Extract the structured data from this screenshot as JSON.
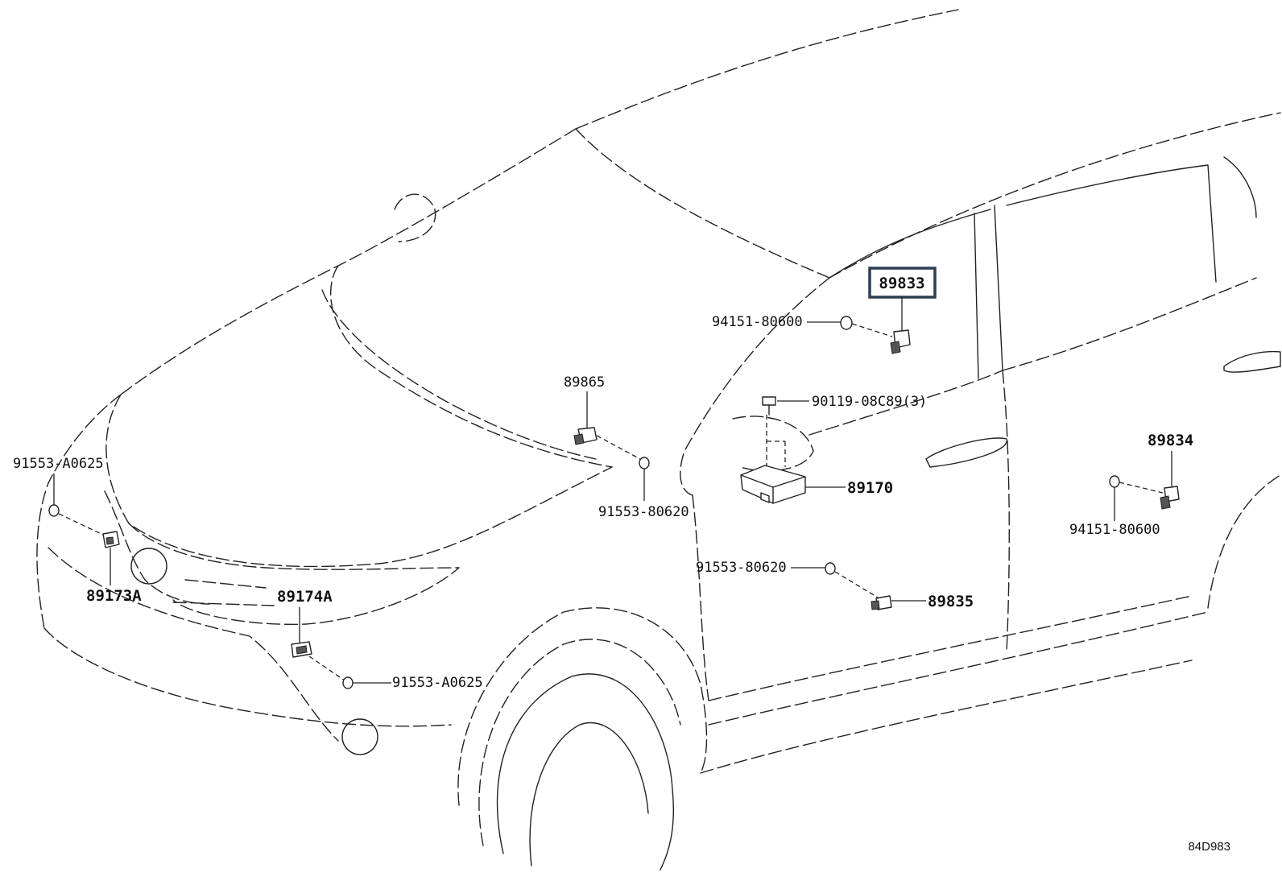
{
  "diagram": {
    "highlighted_part": "89833",
    "figure_code": "84D983",
    "labels": {
      "p89833": "89833",
      "p94151_80600_a": "94151-80600",
      "p89865": "89865",
      "p90119": "90119-08C89(3)",
      "p91553_a0625_left": "91553-A0625",
      "p89170": "89170",
      "p91553_80620_a": "91553-80620",
      "p89834": "89834",
      "p94151_80600_b": "94151-80600",
      "p89173a": "89173A",
      "p89174a": "89174A",
      "p91553_80620_b": "91553-80620",
      "p89835": "89835",
      "p91553_a0625_bottom": "91553-A0625"
    }
  }
}
